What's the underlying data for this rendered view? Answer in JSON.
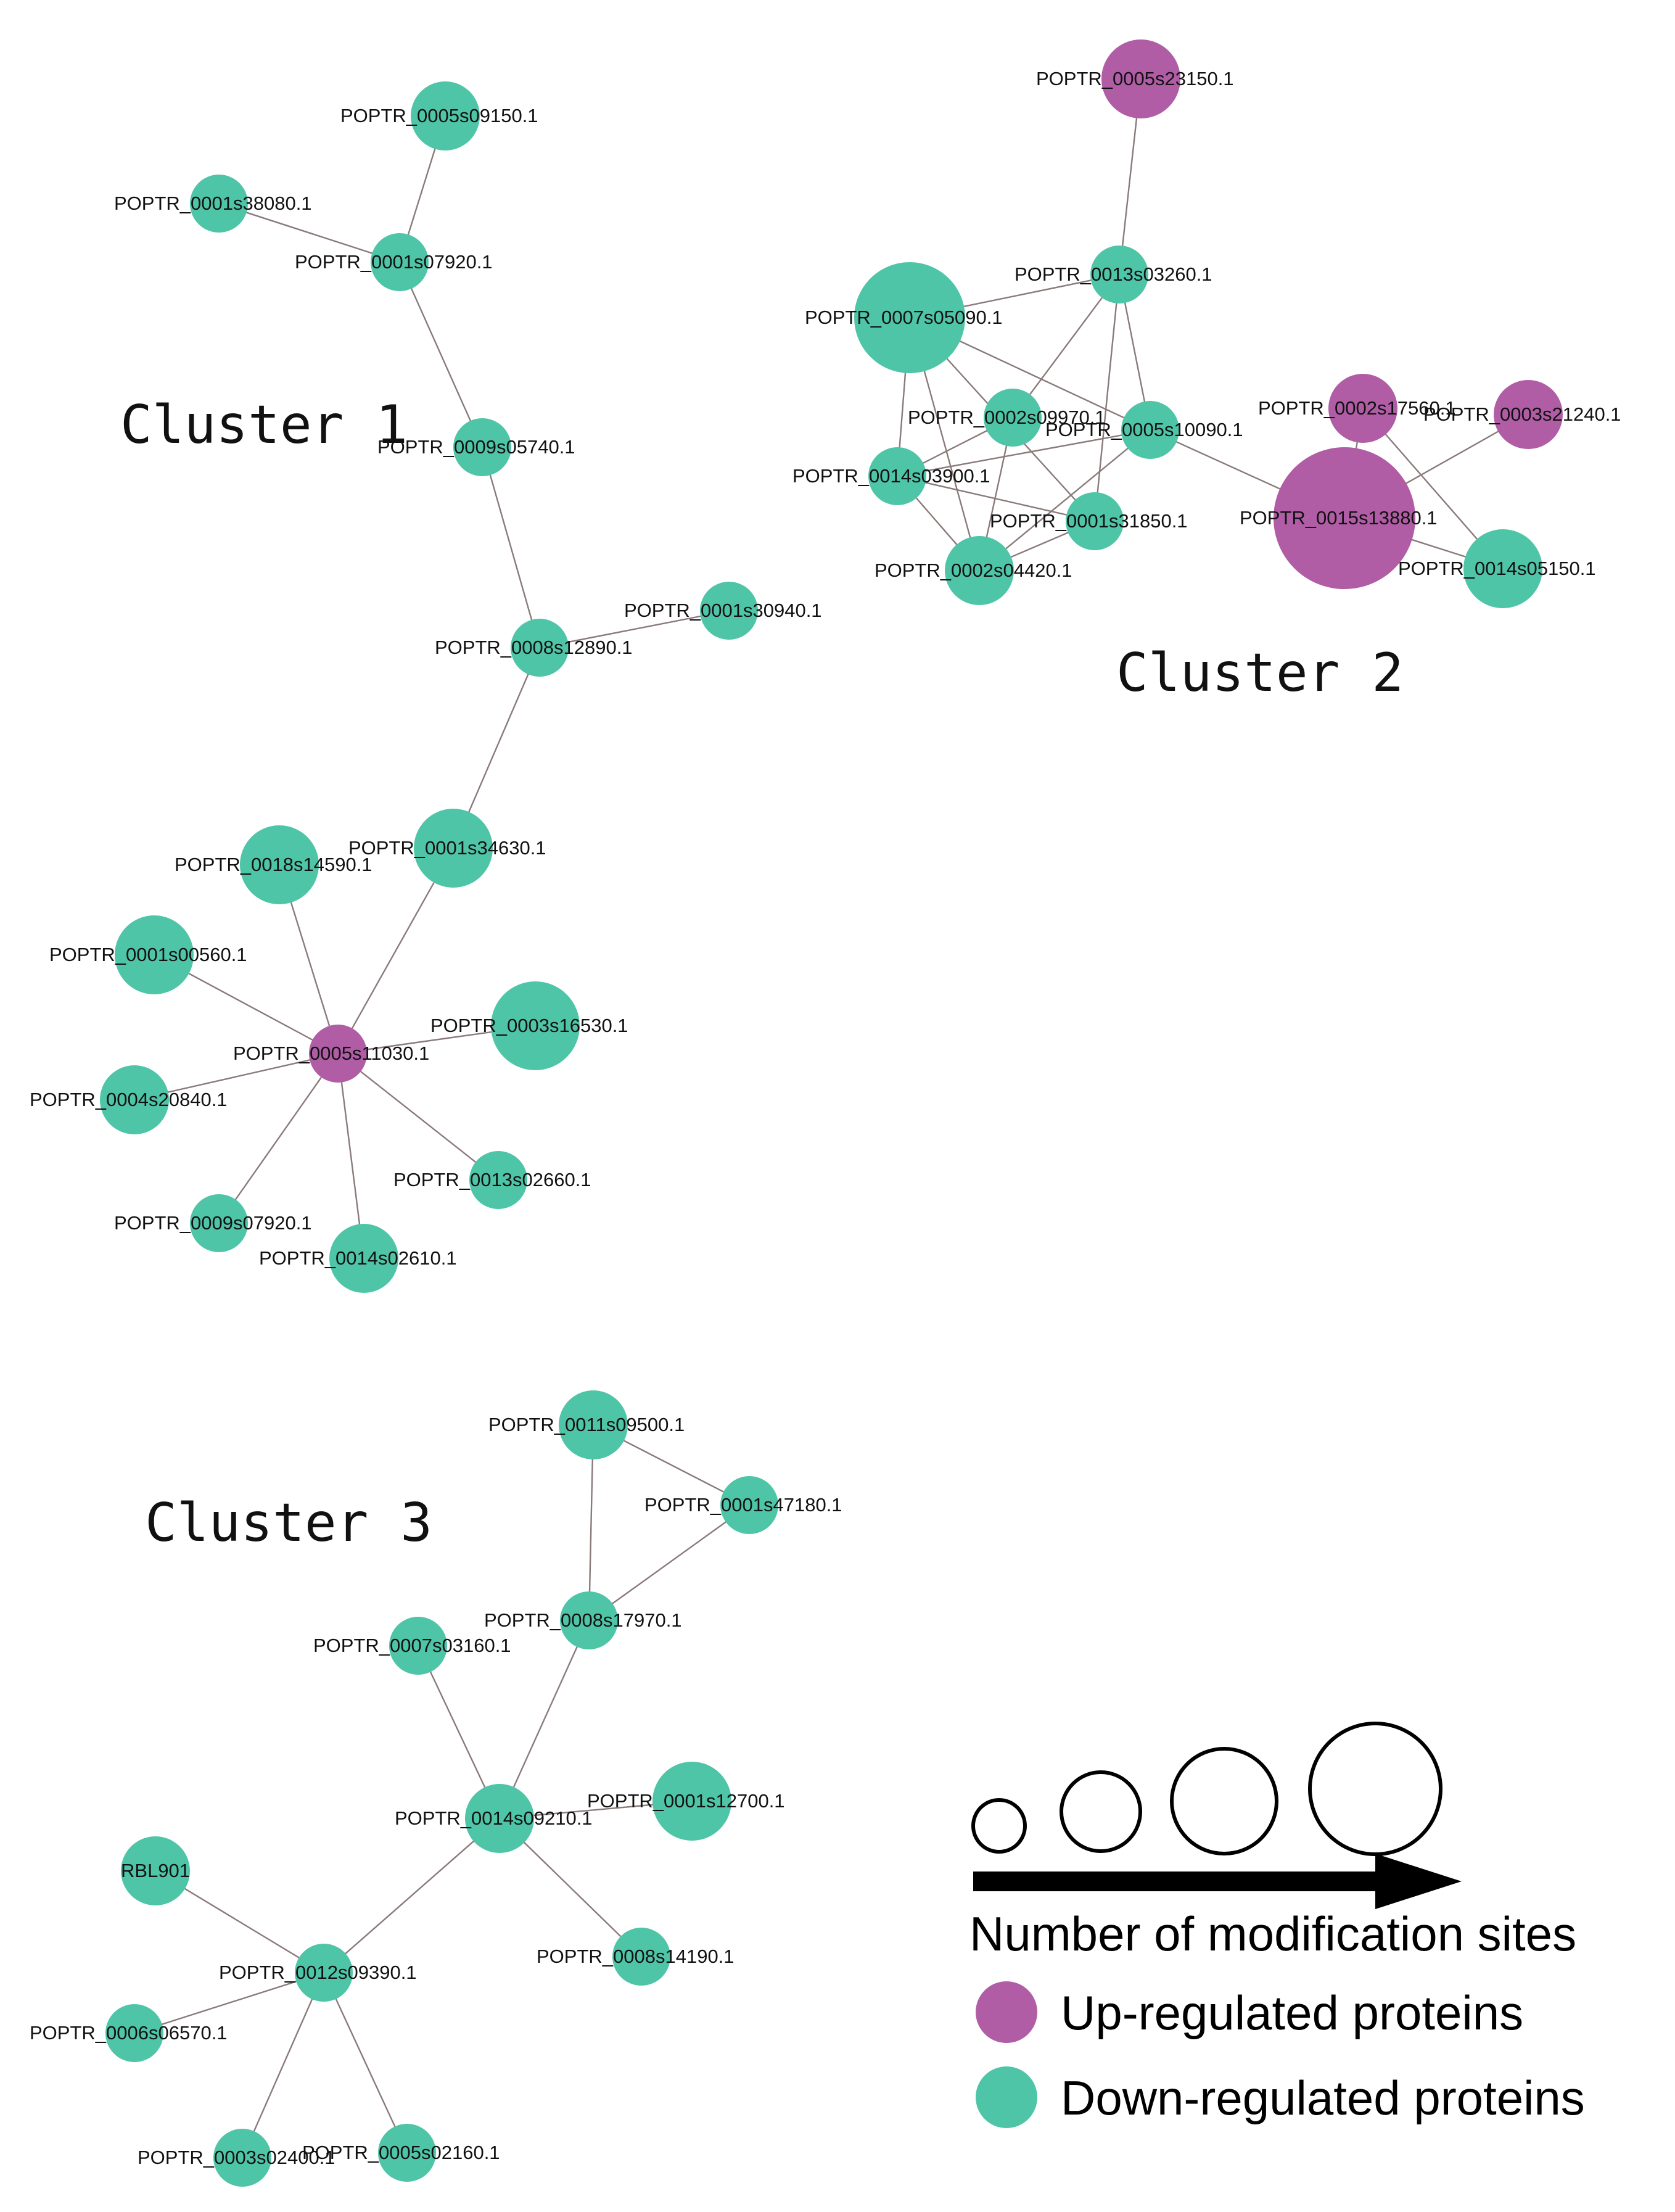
{
  "colors": {
    "up": "#b05da6",
    "down": "#4fc5a8",
    "edge": "#8a7a7a"
  },
  "clusters": [
    {
      "id": "c1",
      "title": "Cluster 1"
    },
    {
      "id": "c2",
      "title": "Cluster 2"
    },
    {
      "id": "c3",
      "title": "Cluster 3"
    }
  ],
  "nodes": [
    {
      "id": "n1",
      "label": "POPTR_0005s09150.1",
      "status": "down"
    },
    {
      "id": "n2",
      "label": "POPTR_0001s38080.1",
      "status": "down"
    },
    {
      "id": "n3",
      "label": "POPTR_0001s07920.1",
      "status": "down"
    },
    {
      "id": "n4",
      "label": "POPTR_0009s05740.1",
      "status": "down"
    },
    {
      "id": "n5",
      "label": "POPTR_0001s30940.1",
      "status": "down"
    },
    {
      "id": "n6",
      "label": "POPTR_0008s12890.1",
      "status": "down"
    },
    {
      "id": "n7",
      "label": "POPTR_0001s34630.1",
      "status": "down"
    },
    {
      "id": "n8",
      "label": "POPTR_0018s14590.1",
      "status": "down"
    },
    {
      "id": "n9",
      "label": "POPTR_0001s00560.1",
      "status": "down"
    },
    {
      "id": "n10",
      "label": "POPTR_0003s16530.1",
      "status": "down"
    },
    {
      "id": "n11",
      "label": "POPTR_0005s11030.1",
      "status": "up"
    },
    {
      "id": "n12",
      "label": "POPTR_0004s20840.1",
      "status": "down"
    },
    {
      "id": "n13",
      "label": "POPTR_0013s02660.1",
      "status": "down"
    },
    {
      "id": "n14",
      "label": "POPTR_0009s07920.1",
      "status": "down"
    },
    {
      "id": "n15",
      "label": "POPTR_0014s02610.1",
      "status": "down"
    },
    {
      "id": "m1",
      "label": "POPTR_0005s23150.1",
      "status": "up"
    },
    {
      "id": "m2",
      "label": "POPTR_0013s03260.1",
      "status": "down"
    },
    {
      "id": "m3",
      "label": "POPTR_0007s05090.1",
      "status": "down"
    },
    {
      "id": "m4",
      "label": "POPTR_0002s09970.1",
      "status": "down"
    },
    {
      "id": "m5",
      "label": "POPTR_0005s10090.1",
      "status": "down"
    },
    {
      "id": "m6",
      "label": "POPTR_0002s17560.1",
      "status": "up"
    },
    {
      "id": "m7",
      "label": "POPTR_0003s21240.1",
      "status": "up"
    },
    {
      "id": "m8",
      "label": "POPTR_0014s03900.1",
      "status": "down"
    },
    {
      "id": "m9",
      "label": "POPTR_0001s31850.1",
      "status": "down"
    },
    {
      "id": "m10",
      "label": "POPTR_0015s13880.1",
      "status": "up"
    },
    {
      "id": "m11",
      "label": "POPTR_0002s04420.1",
      "status": "down"
    },
    {
      "id": "m12",
      "label": "POPTR_0014s05150.1",
      "status": "down"
    },
    {
      "id": "k1",
      "label": "POPTR_0011s09500.1",
      "status": "down"
    },
    {
      "id": "k2",
      "label": "POPTR_0001s47180.1",
      "status": "down"
    },
    {
      "id": "k3",
      "label": "POPTR_0008s17970.1",
      "status": "down"
    },
    {
      "id": "k4",
      "label": "POPTR_0007s03160.1",
      "status": "down"
    },
    {
      "id": "k5",
      "label": "POPTR_0014s09210.1",
      "status": "down"
    },
    {
      "id": "k6",
      "label": "POPTR_0001s12700.1",
      "status": "down"
    },
    {
      "id": "k7",
      "label": "RBL901",
      "status": "down"
    },
    {
      "id": "k8",
      "label": "POPTR_0012s09390.1",
      "status": "down"
    },
    {
      "id": "k9",
      "label": "POPTR_0008s14190.1",
      "status": "down"
    },
    {
      "id": "k10",
      "label": "POPTR_0006s06570.1",
      "status": "down"
    },
    {
      "id": "k11",
      "label": "POPTR_0003s02400.1",
      "status": "down"
    },
    {
      "id": "k12",
      "label": "POPTR_0005s02160.1",
      "status": "down"
    }
  ],
  "edges": [
    [
      "n1",
      "n3"
    ],
    [
      "n2",
      "n3"
    ],
    [
      "n3",
      "n4"
    ],
    [
      "n4",
      "n6"
    ],
    [
      "n6",
      "n5"
    ],
    [
      "n6",
      "n7"
    ],
    [
      "n7",
      "n11"
    ],
    [
      "n8",
      "n11"
    ],
    [
      "n9",
      "n11"
    ],
    [
      "n10",
      "n11"
    ],
    [
      "n12",
      "n11"
    ],
    [
      "n13",
      "n11"
    ],
    [
      "n14",
      "n11"
    ],
    [
      "n15",
      "n11"
    ],
    [
      "m1",
      "m2"
    ],
    [
      "m2",
      "m3"
    ],
    [
      "m2",
      "m4"
    ],
    [
      "m2",
      "m5"
    ],
    [
      "m2",
      "m9"
    ],
    [
      "m3",
      "m8"
    ],
    [
      "m3",
      "m11"
    ],
    [
      "m3",
      "m5"
    ],
    [
      "m4",
      "m11"
    ],
    [
      "m8",
      "m5"
    ],
    [
      "m8",
      "m9"
    ],
    [
      "m8",
      "m11"
    ],
    [
      "m8",
      "m4"
    ],
    [
      "m9",
      "m11"
    ],
    [
      "m3",
      "m9"
    ],
    [
      "m5",
      "m11"
    ],
    [
      "m5",
      "m10"
    ],
    [
      "m6",
      "m10"
    ],
    [
      "m6",
      "m12"
    ],
    [
      "m7",
      "m10"
    ],
    [
      "m10",
      "m12"
    ],
    [
      "k1",
      "k3"
    ],
    [
      "k1",
      "k2"
    ],
    [
      "k2",
      "k3"
    ],
    [
      "k3",
      "k5"
    ],
    [
      "k4",
      "k5"
    ],
    [
      "k5",
      "k6"
    ],
    [
      "k5",
      "k9"
    ],
    [
      "k5",
      "k8"
    ],
    [
      "k7",
      "k8"
    ],
    [
      "k8",
      "k10"
    ],
    [
      "k8",
      "k11"
    ],
    [
      "k8",
      "k12"
    ]
  ],
  "legend": {
    "size_caption": "Number of modification sites",
    "up_label": "Up-regulated proteins",
    "down_label": "Down-regulated proteins"
  }
}
